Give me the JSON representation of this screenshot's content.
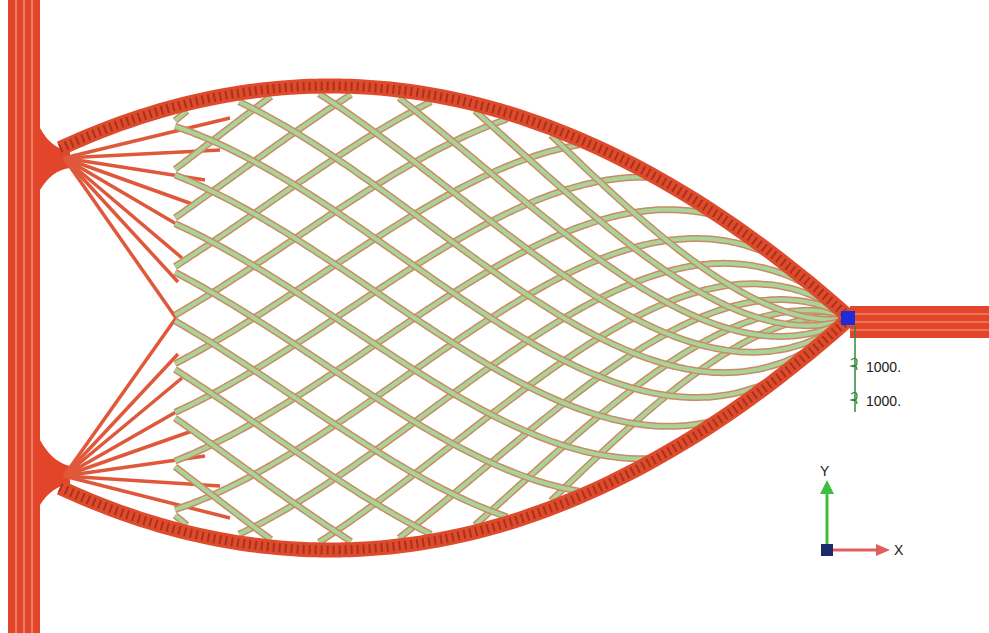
{
  "diagram": {
    "labels": [
      "1000.",
      "1000.",
      "Y",
      "X"
    ]
  }
}
